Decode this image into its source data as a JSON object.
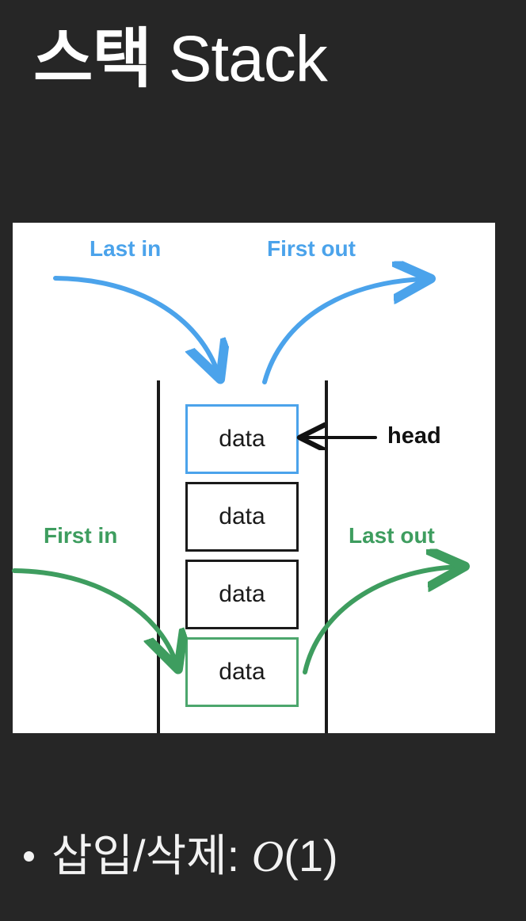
{
  "theme": {
    "background": "#262626",
    "panel_background": "#ffffff",
    "text_color": "#ffffff",
    "blue_accent": "#4BA3EB",
    "green_accent": "#3E9D5F",
    "outline_color": "#1a1a1a"
  },
  "title": {
    "korean": "스택",
    "english": "Stack",
    "full": "스택 Stack"
  },
  "diagram": {
    "name": "stack-lifo-diagram",
    "labels": {
      "last_in": "Last in",
      "first_out": "First out",
      "first_in": "First in",
      "last_out": "Last out",
      "head": "head"
    },
    "boxes": [
      {
        "label": "data",
        "border": "#4BA3EB",
        "position": "top"
      },
      {
        "label": "data",
        "border": "#1a1a1a",
        "position": "upper-middle"
      },
      {
        "label": "data",
        "border": "#1a1a1a",
        "position": "lower-middle"
      },
      {
        "label": "data",
        "border": "#4CA66D",
        "position": "bottom"
      }
    ],
    "arrows": [
      {
        "name": "last-in-arrow",
        "color": "#4BA3EB",
        "direction": "into-top-of-stack"
      },
      {
        "name": "first-out-arrow",
        "color": "#4BA3EB",
        "direction": "out-of-top-of-stack"
      },
      {
        "name": "first-in-arrow",
        "color": "#3E9D5F",
        "direction": "into-bottom-of-stack"
      },
      {
        "name": "last-out-arrow",
        "color": "#3E9D5F",
        "direction": "out-of-bottom-of-stack"
      },
      {
        "name": "head-pointer-arrow",
        "color": "#111111",
        "direction": "points-to-top-box"
      }
    ]
  },
  "bullets": [
    {
      "prefix": "삽입/삭제: ",
      "complexity_symbol": "O",
      "complexity_arg": "(1)",
      "full": "삽입/삭제: O(1)"
    }
  ]
}
